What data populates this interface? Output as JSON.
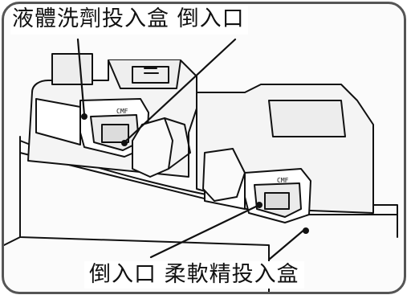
{
  "labels": {
    "top": "液體洗劑投入盒  倒入口",
    "bottom": "倒入口  柔軟精投入盒"
  },
  "cup_marking_left": "CMF",
  "cup_marking_right": "CMF",
  "colors": {
    "frame": "#555555",
    "line": "#111111",
    "plastic": "#f2f2f2"
  }
}
